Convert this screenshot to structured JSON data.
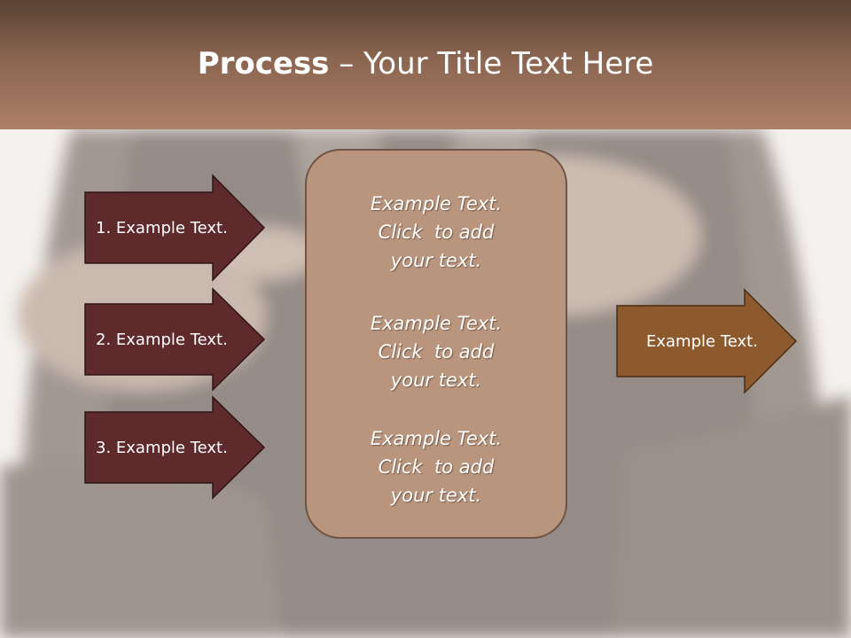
{
  "slide": {
    "title_bold": "Process",
    "title_rest": " – Your Title Text Here"
  },
  "left_steps": [
    {
      "label": "1. Example Text."
    },
    {
      "label": "2. Example Text."
    },
    {
      "label": "3. Example Text."
    }
  ],
  "center_box": {
    "blocks": [
      {
        "lines": [
          "Example Text.",
          "Click  to add",
          "your text."
        ]
      },
      {
        "lines": [
          "Example Text.",
          "Click  to add",
          "your text."
        ]
      },
      {
        "lines": [
          "Example Text.",
          "Click  to add",
          "your text."
        ]
      }
    ]
  },
  "output_arrow": {
    "label": "Example Text."
  },
  "colors": {
    "step_fill": "#5e2a2c",
    "step_border": "#2e1414",
    "output_fill": "#8d5a2e",
    "output_border": "#4a2c14",
    "box_fill": "#b8957c",
    "header_top": "#5a4232",
    "header_bottom": "#ad8068"
  }
}
